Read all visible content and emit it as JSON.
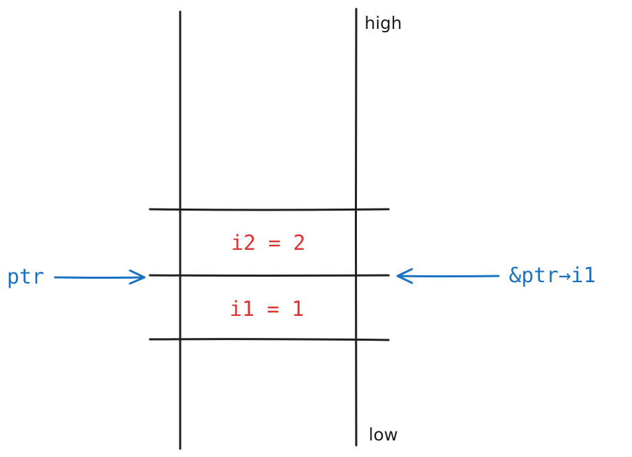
{
  "labels": {
    "high": "high",
    "low": "low"
  },
  "cells": [
    {
      "text": "i2 = 2"
    },
    {
      "text": "i1 = 1"
    }
  ],
  "pointers": {
    "left": "ptr",
    "right": "&ptr→i1"
  },
  "colors": {
    "stroke": "#1e1e1e",
    "cell_text": "#e03131",
    "pointer": "#1971c2"
  }
}
